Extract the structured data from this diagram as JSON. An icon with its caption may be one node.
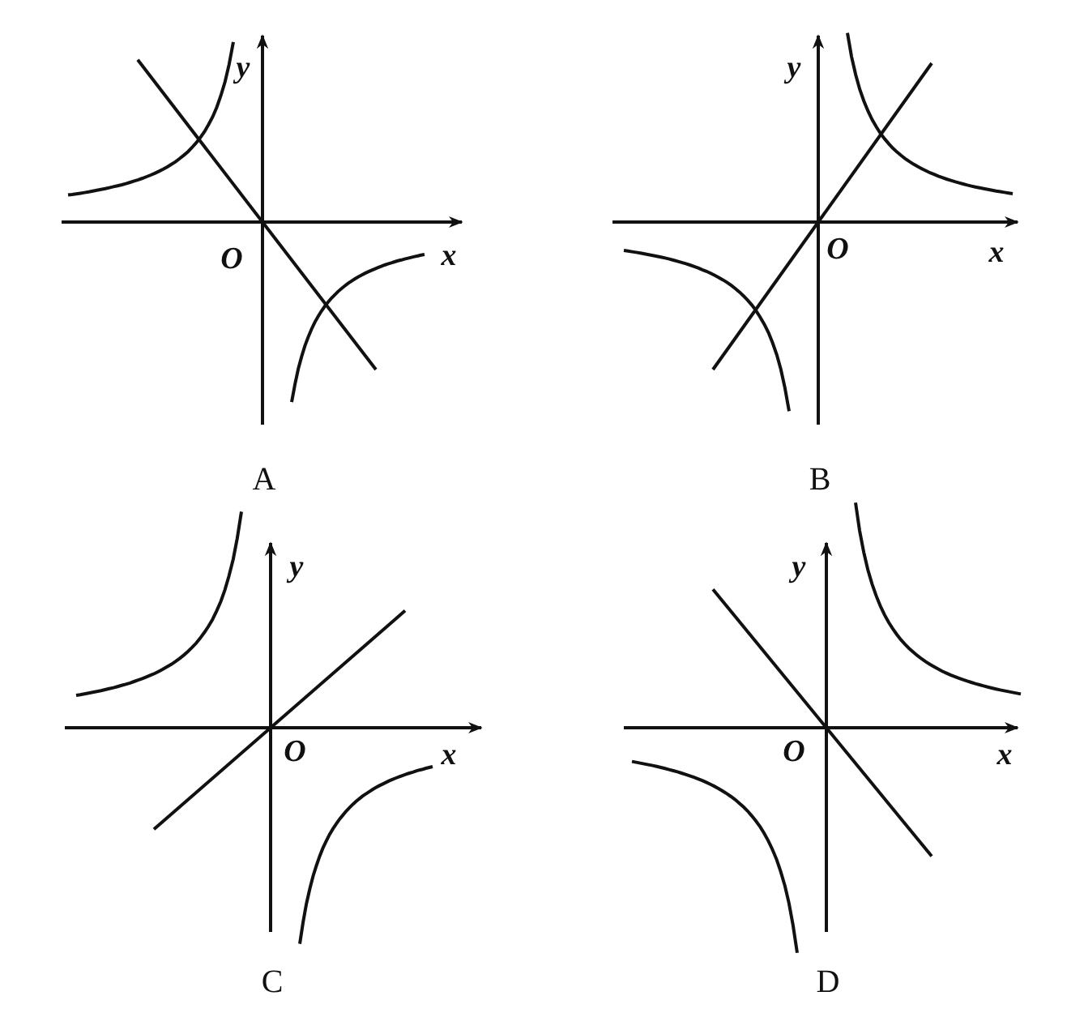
{
  "diagram": {
    "labels": [
      "y",
      "O",
      "x",
      "A",
      "y",
      "O",
      "x",
      "B",
      "y",
      "O",
      "x",
      "C",
      "y",
      "O",
      "x",
      "D"
    ]
  }
}
